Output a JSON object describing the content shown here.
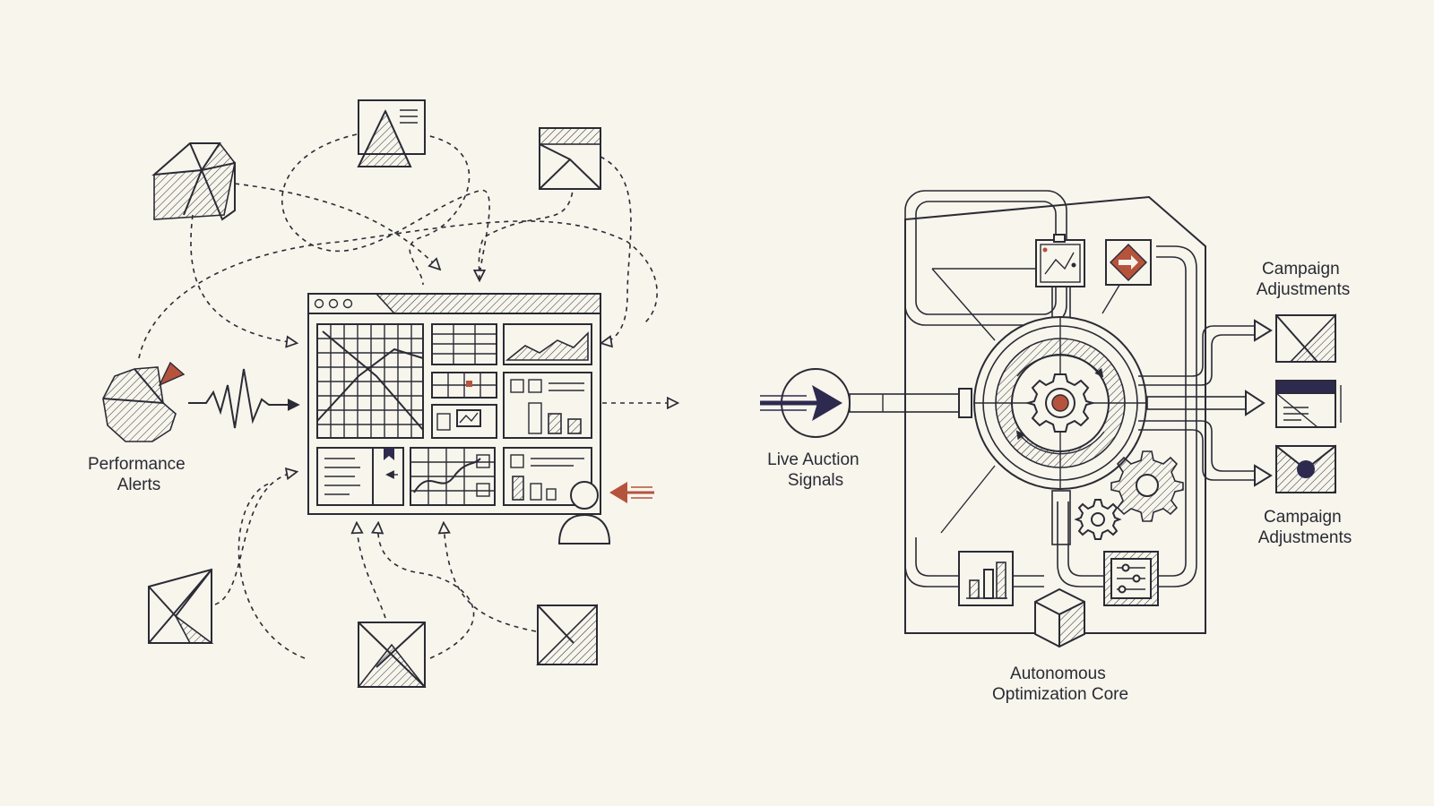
{
  "labels": {
    "performance_alerts": [
      "Performance",
      "Alerts"
    ],
    "live_auction_signals": [
      "Live Auction",
      "Signals"
    ],
    "campaign_adjustments_top": [
      "Campaign",
      "Adjustments"
    ],
    "campaign_adjustments_bottom": [
      "Campaign",
      "Adjustments"
    ],
    "autonomous_core": [
      "Autonomous",
      "Optimization Core"
    ]
  },
  "colors": {
    "background": "#f7f5ec",
    "ink": "#2b2b35",
    "accent_rust": "#b5533c",
    "accent_navy": "#2e2a4f"
  },
  "icons": {
    "alert_pie": "pie-chart-icon",
    "dashboard": "dashboard-window-icon",
    "user": "user-icon",
    "core": "gear-icon"
  }
}
